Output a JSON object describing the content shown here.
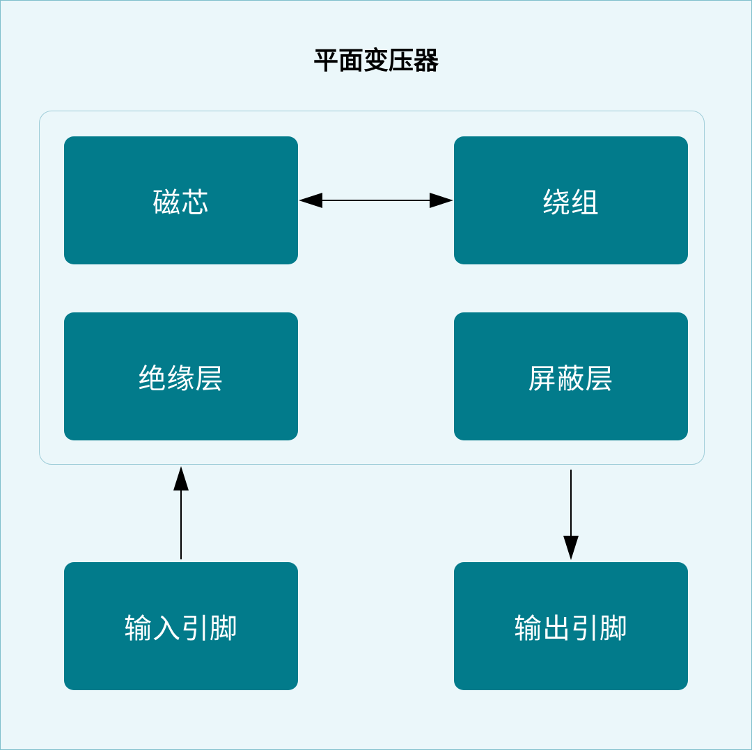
{
  "diagram": {
    "title": "平面变压器",
    "blocks": {
      "core": "磁芯",
      "winding": "绕组",
      "insulation": "绝缘层",
      "shield": "屏蔽层",
      "input": "输入引脚",
      "output": "输出引脚"
    },
    "colors": {
      "background": "#ebf7fa",
      "block": "#027b8b",
      "block_text": "#ffffff",
      "arrow": "#000000"
    }
  }
}
